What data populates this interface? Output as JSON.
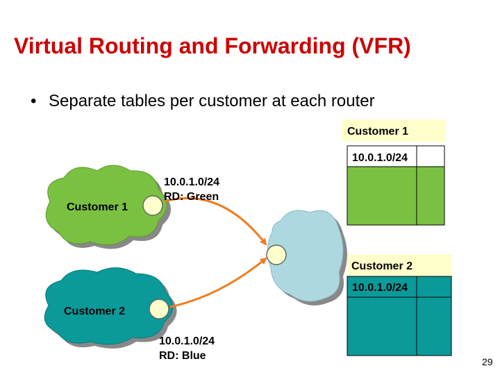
{
  "slide": {
    "title": "Virtual Routing and Forwarding (VFR)",
    "bullet": "Separate tables per customer at each router",
    "page_number": "29"
  },
  "clouds": {
    "customer1": {
      "label": "Customer 1",
      "color": "#7ac142"
    },
    "customer2": {
      "label": "Customer 2",
      "color": "#0a9a9a"
    },
    "provider": {
      "color": "#aed8e0"
    }
  },
  "routes": {
    "green": {
      "prefix": "10.0.1.0/24",
      "rd": "RD: Green",
      "color": "#7ac142"
    },
    "blue": {
      "prefix": "10.0.1.0/24",
      "rd": "RD: Blue",
      "color": "#0a9a9a"
    },
    "arrow_color": "#f07c1e"
  },
  "tables": {
    "customer1": {
      "header": "Customer 1",
      "entry": "10.0.1.0/24",
      "color": "#7ac142"
    },
    "customer2": {
      "header": "Customer 2",
      "entry": "10.0.1.0/24",
      "color": "#0a9a9a"
    },
    "header_bg": "#ffffcc"
  },
  "router_color": "#ffffcc"
}
